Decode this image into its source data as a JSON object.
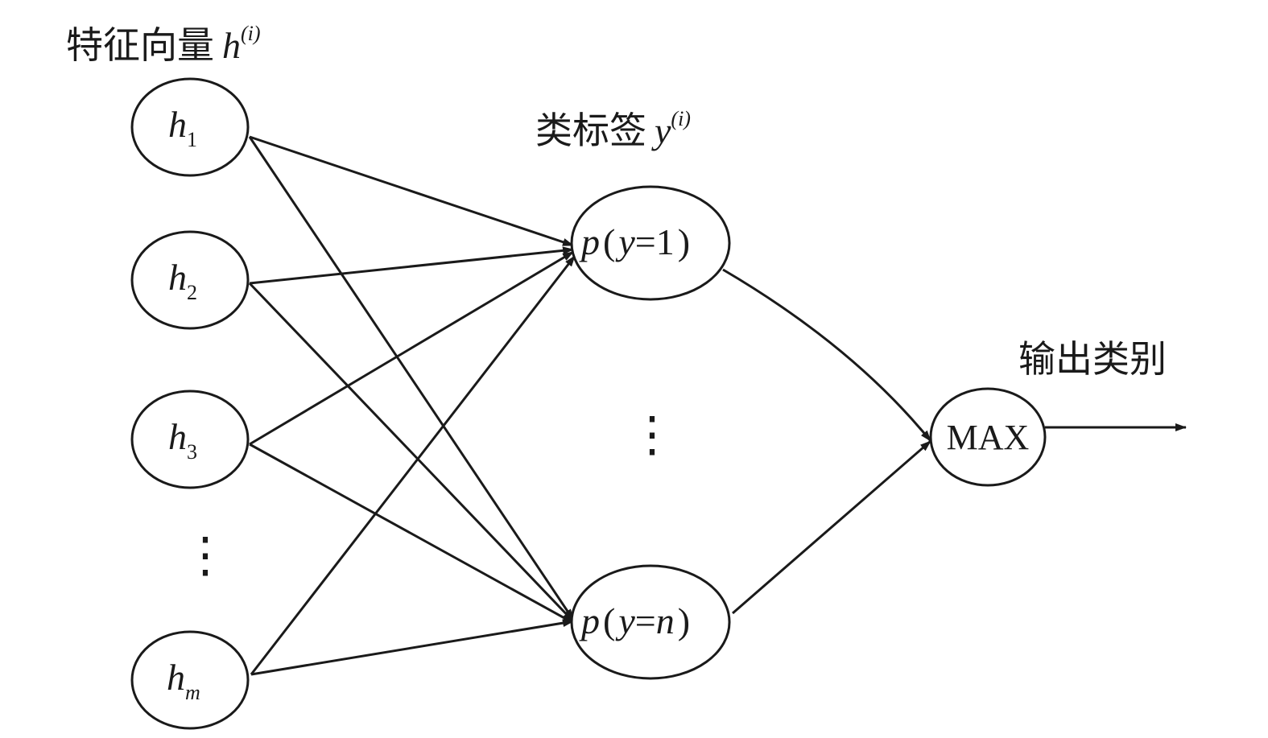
{
  "header": {
    "feature_label": "特征向量",
    "feature_var": "h",
    "feature_sup": "(i)"
  },
  "label_group": {
    "label": "类标签",
    "var": "y",
    "sup": "(i)"
  },
  "output": {
    "label": "输出类别",
    "max_label": "MAX"
  },
  "inputs": [
    {
      "var": "h",
      "sub": "1"
    },
    {
      "var": "h",
      "sub": "2"
    },
    {
      "var": "h",
      "sub": "3"
    },
    {
      "var": "h",
      "sub": "m"
    }
  ],
  "probs": [
    {
      "p": "p",
      "open": "(",
      "y": "y",
      "eq": "=",
      "val": "1",
      "close": ")"
    },
    {
      "p": "p",
      "open": "(",
      "y": "y",
      "eq": "=",
      "val": "n",
      "close": ")"
    }
  ],
  "ellipsis": "⋮"
}
